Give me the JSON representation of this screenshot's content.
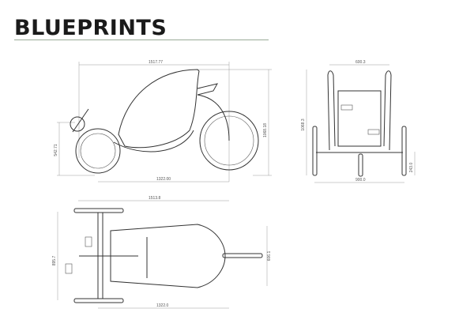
{
  "title": "BLUEPRINTS",
  "side_view": {
    "overall_length": "1517.77",
    "overall_height": "1068.18",
    "front_height": "542.71",
    "wheelbase": "1322.00"
  },
  "front_view": {
    "top_width": "600.3",
    "height": "1068.3",
    "axle_height": "243.0",
    "track_width": "900.0"
  },
  "top_view": {
    "overall_length": "1513.8",
    "overall_width": "895.7",
    "body_width": "606.1",
    "wheelbase": "1322.0"
  }
}
